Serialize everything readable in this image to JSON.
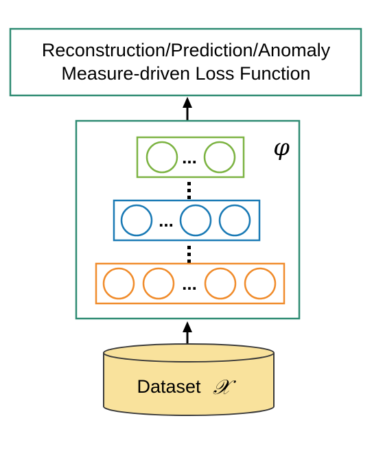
{
  "loss_box": {
    "line1": "Reconstruction/Prediction/Anomaly",
    "line2": "Measure-driven Loss Function"
  },
  "network": {
    "symbol": "φ",
    "ellipsis": "...",
    "layers": [
      {
        "name": "top-layer",
        "color": "#7cb342",
        "neurons_before": 1,
        "neurons_after": 1
      },
      {
        "name": "middle-layer",
        "color": "#1a7ab5",
        "neurons_before": 1,
        "neurons_after": 2
      },
      {
        "name": "bottom-layer",
        "color": "#f08c2c",
        "neurons_before": 2,
        "neurons_after": 2
      }
    ]
  },
  "dataset": {
    "label": "Dataset",
    "symbol": "𝒳",
    "fill_color": "#f9e29c",
    "stroke_color": "#3a3a3a"
  },
  "colors": {
    "box_border": "#2e8b72",
    "arrow": "#000000"
  }
}
